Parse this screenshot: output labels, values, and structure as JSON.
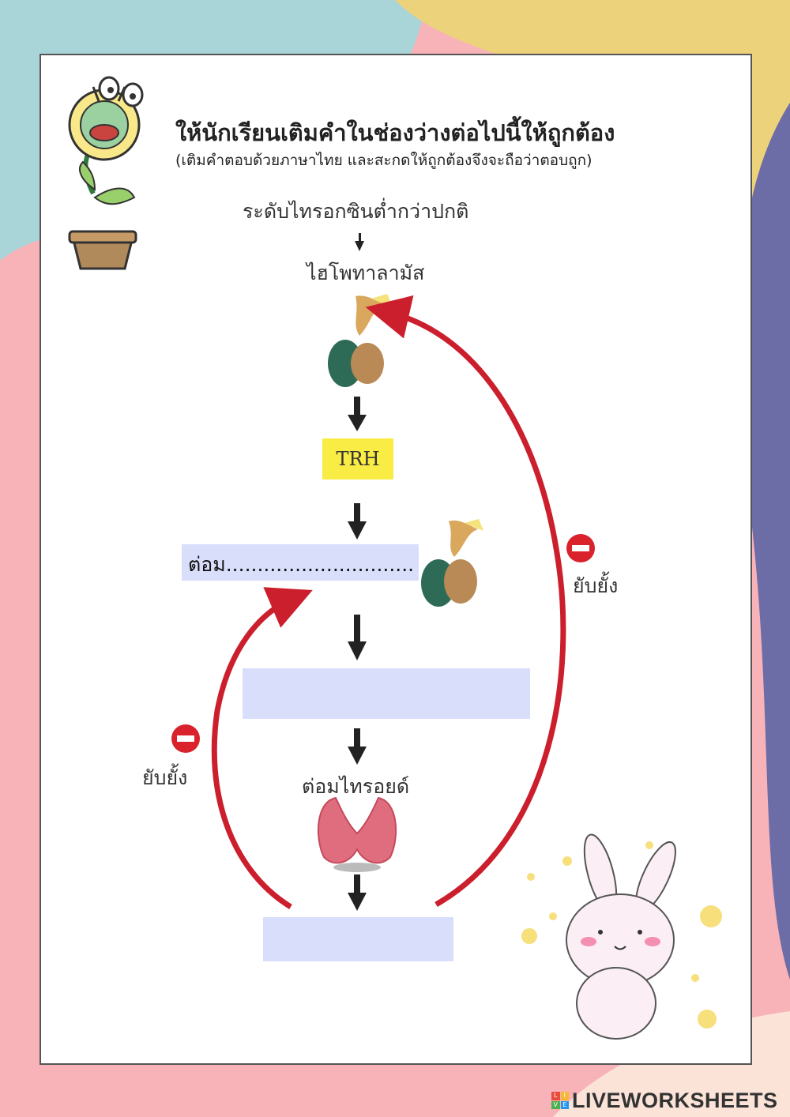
{
  "header": {
    "title": "ให้นักเรียนเติมคำในช่องว่างต่อไปนี้ให้ถูกต้อง",
    "subtitle": "(เติมคำตอบด้วยภาษาไทย และสะกดให้ถูกต้องจึงจะถือว่าตอบถูก)"
  },
  "diagram": {
    "start_label": "ระดับไทรอกซินต่ำกว่าปกติ",
    "hypothalamus_label": "ไฮโพทาลามัส",
    "trh_label": "TRH",
    "blank1_text": "ต่อม..............................",
    "thyroid_label": "ต่อมไทรอยด์",
    "inhibit_right": "ยับยั้ง",
    "inhibit_left": "ยับยั้ง"
  },
  "footer": {
    "brand": "LIVEWORKSHEETS",
    "logo_letters": [
      "L",
      "I",
      "V",
      "E"
    ]
  },
  "colors": {
    "arrow_red": "#cc1f2d",
    "blank_fill": "#d9dffb",
    "trh_fill": "#f9ec45"
  }
}
